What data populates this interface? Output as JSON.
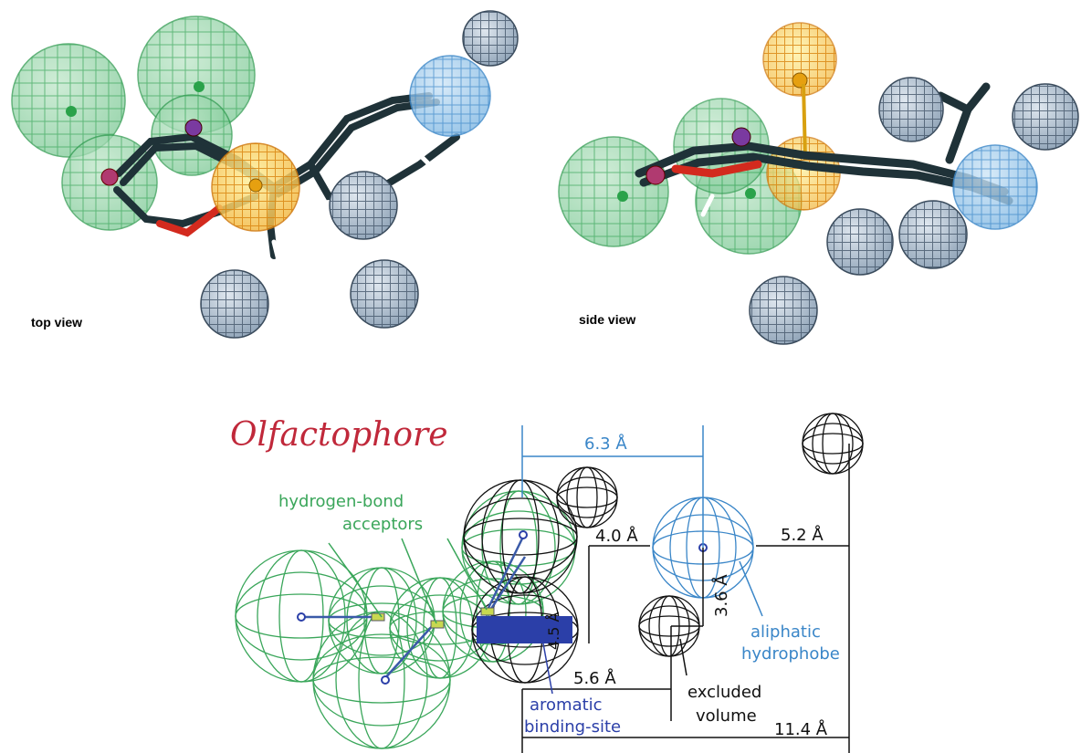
{
  "panels": {
    "top_view_caption": "top view",
    "side_view_caption": "side view"
  },
  "diagram": {
    "title": "Olfactophore",
    "hbond_label_line1": "hydrogen-bond",
    "hbond_label_line2": "acceptors",
    "aromatic_label_line1": "aromatic",
    "aromatic_label_line2": "binding-site",
    "hydrophobe_label_line1": "aliphatic",
    "hydrophobe_label_line2": "hydrophobe",
    "excluded_label_line1": "excluded",
    "excluded_label_line2": "volume",
    "dist_63": "6.3 Å",
    "dist_40": "4.0 Å",
    "dist_52": "5.2 Å",
    "dist_36": "3.6 Å",
    "dist_45": "4.5 Å",
    "dist_56": "5.6 Å",
    "dist_114": "11.4 Å"
  },
  "colors": {
    "title_red": "#c0283a",
    "hbond_green": "#3aa65a",
    "hydrophobe_blue": "#3a86c8",
    "aromatic_blue": "#2b3fa8",
    "excluded_black": "#111111",
    "orange": "#e08a10",
    "grey_sphere": "#9aaabb"
  }
}
